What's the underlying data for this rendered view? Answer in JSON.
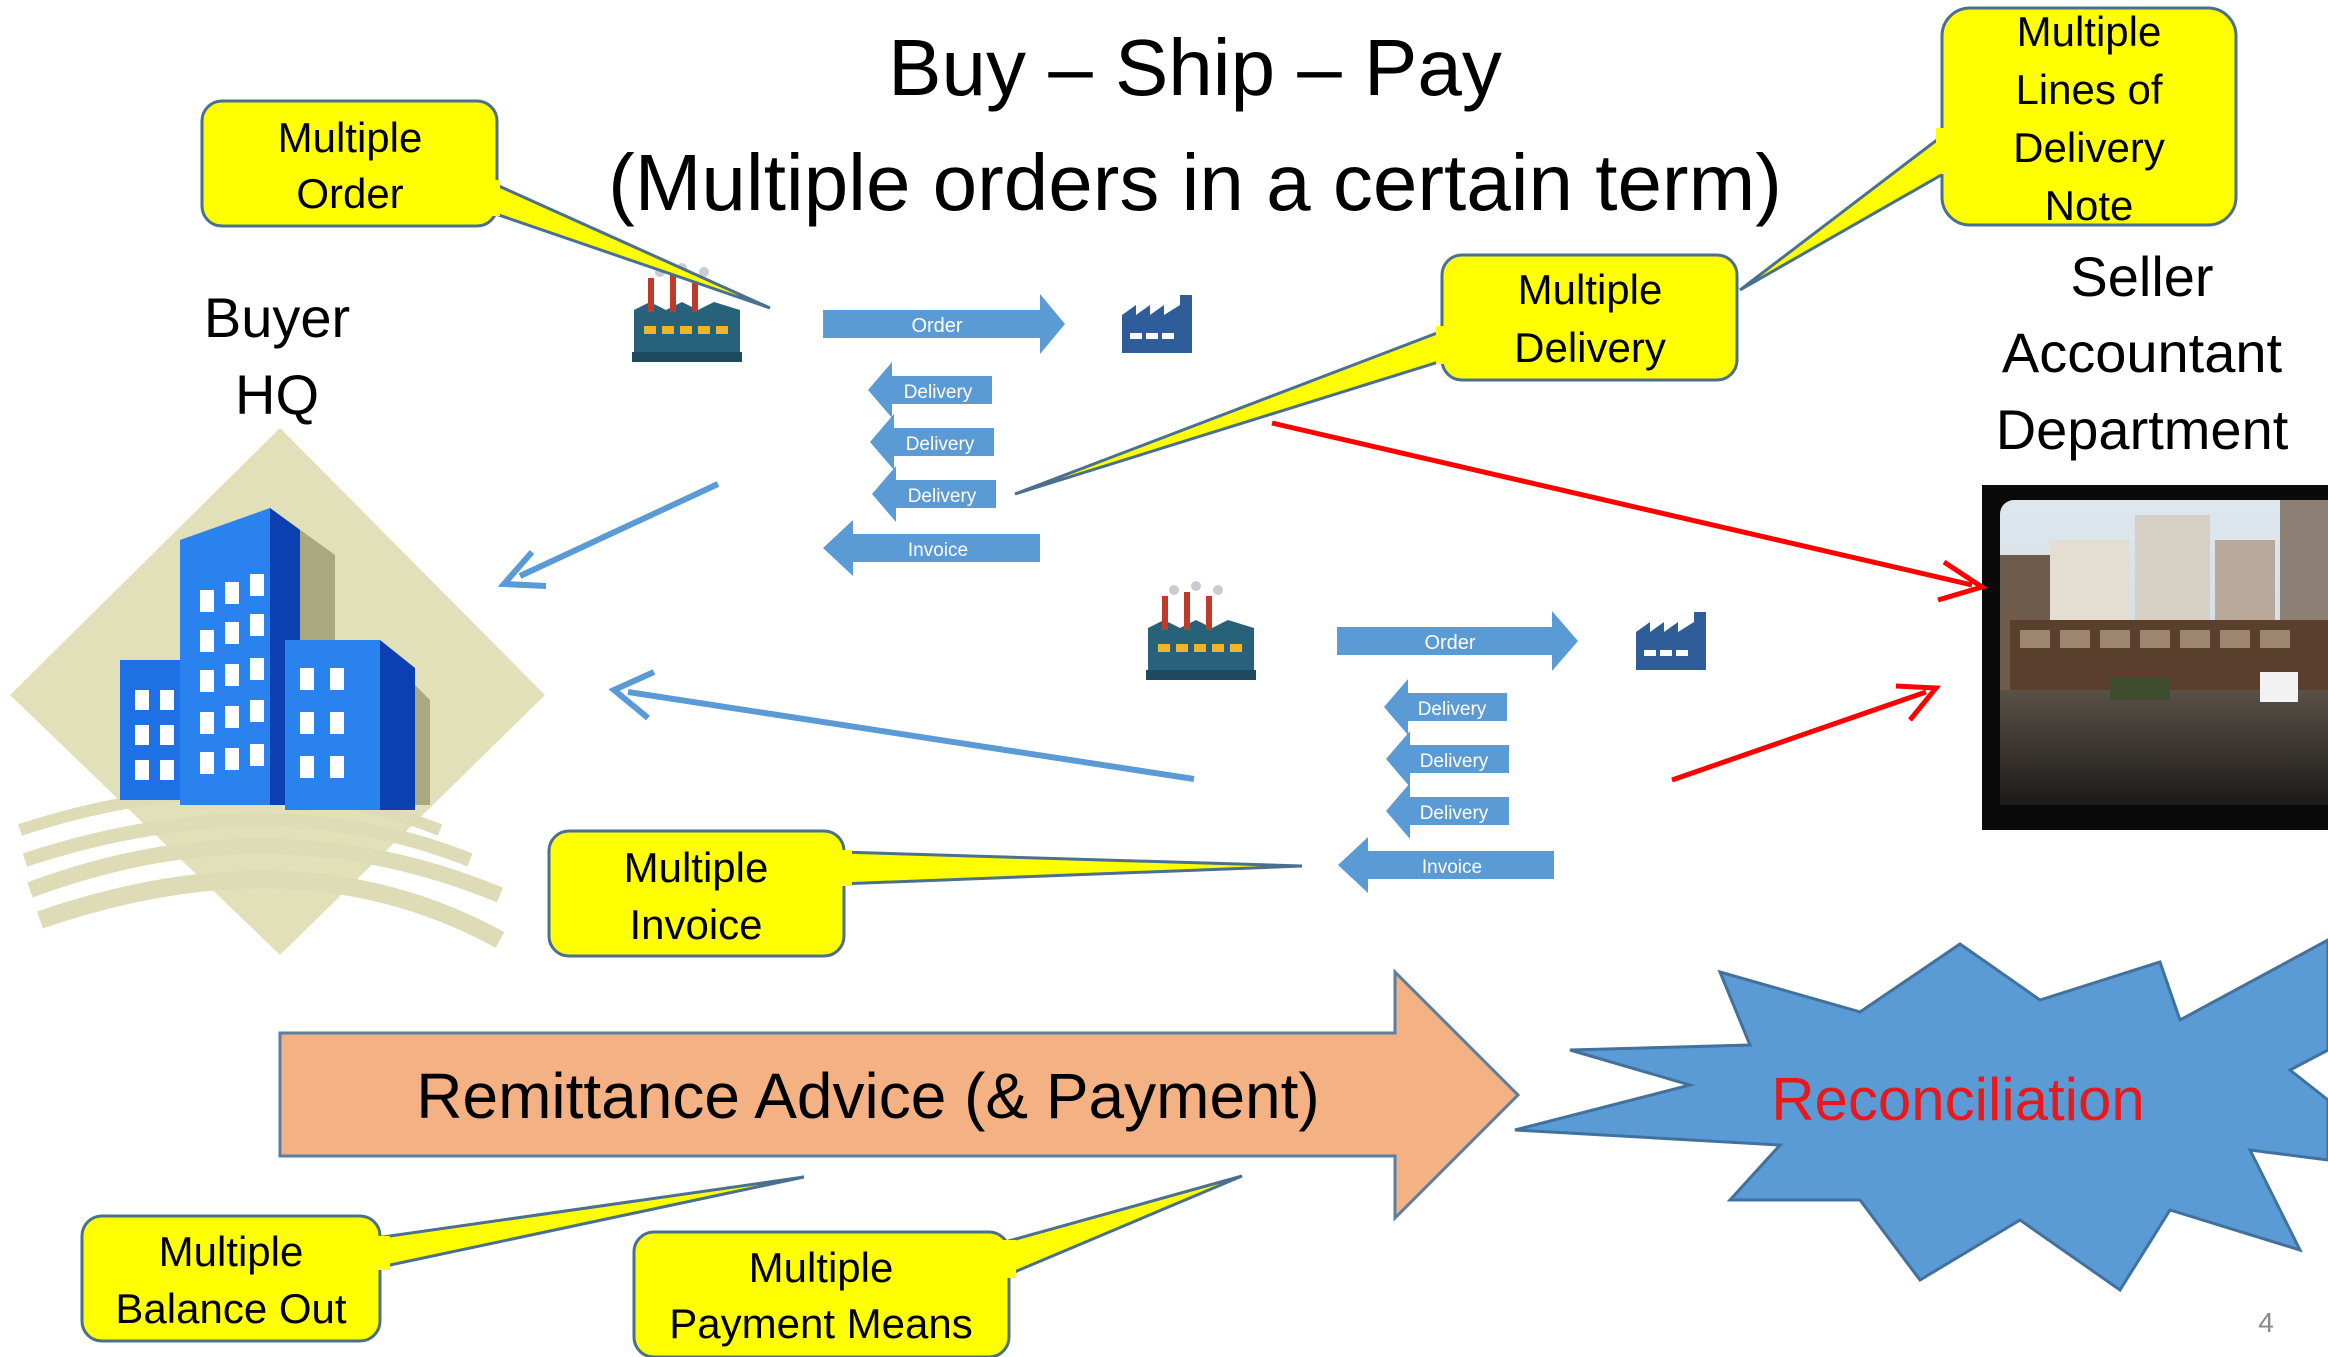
{
  "title": {
    "line1": "Buy – Ship – Pay",
    "line2": "(Multiple orders in a certain term)"
  },
  "buyer": {
    "line1": "Buyer",
    "line2": "HQ"
  },
  "seller": {
    "line1": "Seller",
    "line2": "Accountant",
    "line3": "Department"
  },
  "flow_top": {
    "order": "Order",
    "deliveries": [
      "Delivery",
      "Delivery",
      "Delivery"
    ],
    "invoice": "Invoice"
  },
  "flow_bottom": {
    "order": "Order",
    "deliveries": [
      "Delivery",
      "Delivery",
      "Delivery"
    ],
    "invoice": "Invoice"
  },
  "callouts": {
    "multiple_order": [
      "Multiple",
      "Order"
    ],
    "multiple_lines": [
      "Multiple",
      "Lines of",
      "Delivery",
      "Note"
    ],
    "multiple_delivery": [
      "Multiple",
      "Delivery"
    ],
    "multiple_invoice": [
      "Multiple",
      "Invoice"
    ],
    "multiple_balance_out": [
      "Multiple",
      "Balance Out"
    ],
    "multiple_payment_means": [
      "Multiple",
      "Payment Means"
    ]
  },
  "remittance": "Remittance Advice (& Payment)",
  "reconciliation": "Reconciliation",
  "page_number": "4",
  "colors": {
    "callout_fill": "#ffff00",
    "callout_border": "#4a6f8f",
    "flow_arrow": "#5b9bd5",
    "red_arrow": "#ff0000",
    "remittance_fill": "#f4b183",
    "starburst_fill": "#5b9bd5",
    "reconciliation_text": "#e8191b"
  },
  "icons": [
    "factory-smoke-icon",
    "factory-icon",
    "office-building-icon",
    "street-photo"
  ]
}
